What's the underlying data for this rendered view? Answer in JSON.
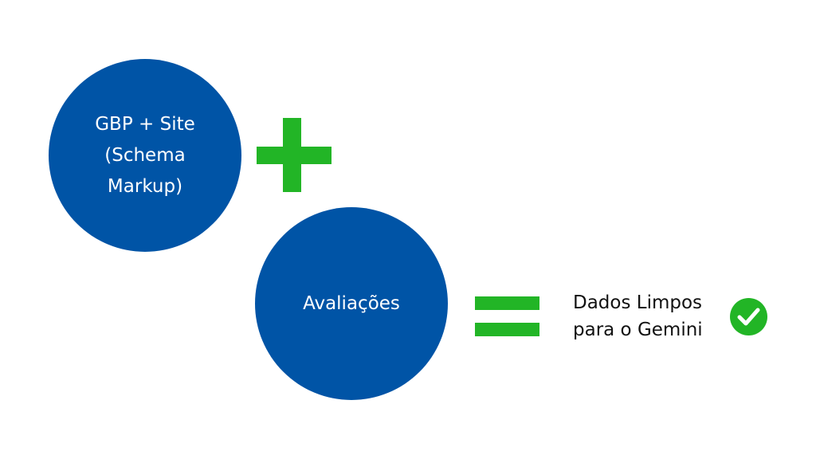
{
  "diagram": {
    "inputs": [
      "GBP + Site (Schema Markup)",
      "Avaliações"
    ],
    "operators": {
      "plus": "+",
      "equals": "="
    },
    "result": {
      "line1": "Dados Limpos",
      "line2": "para o Gemini",
      "icon": "check-circle-icon"
    },
    "colors": {
      "circle": "#0054a6",
      "accent": "#22b526",
      "text": "#111111"
    }
  }
}
